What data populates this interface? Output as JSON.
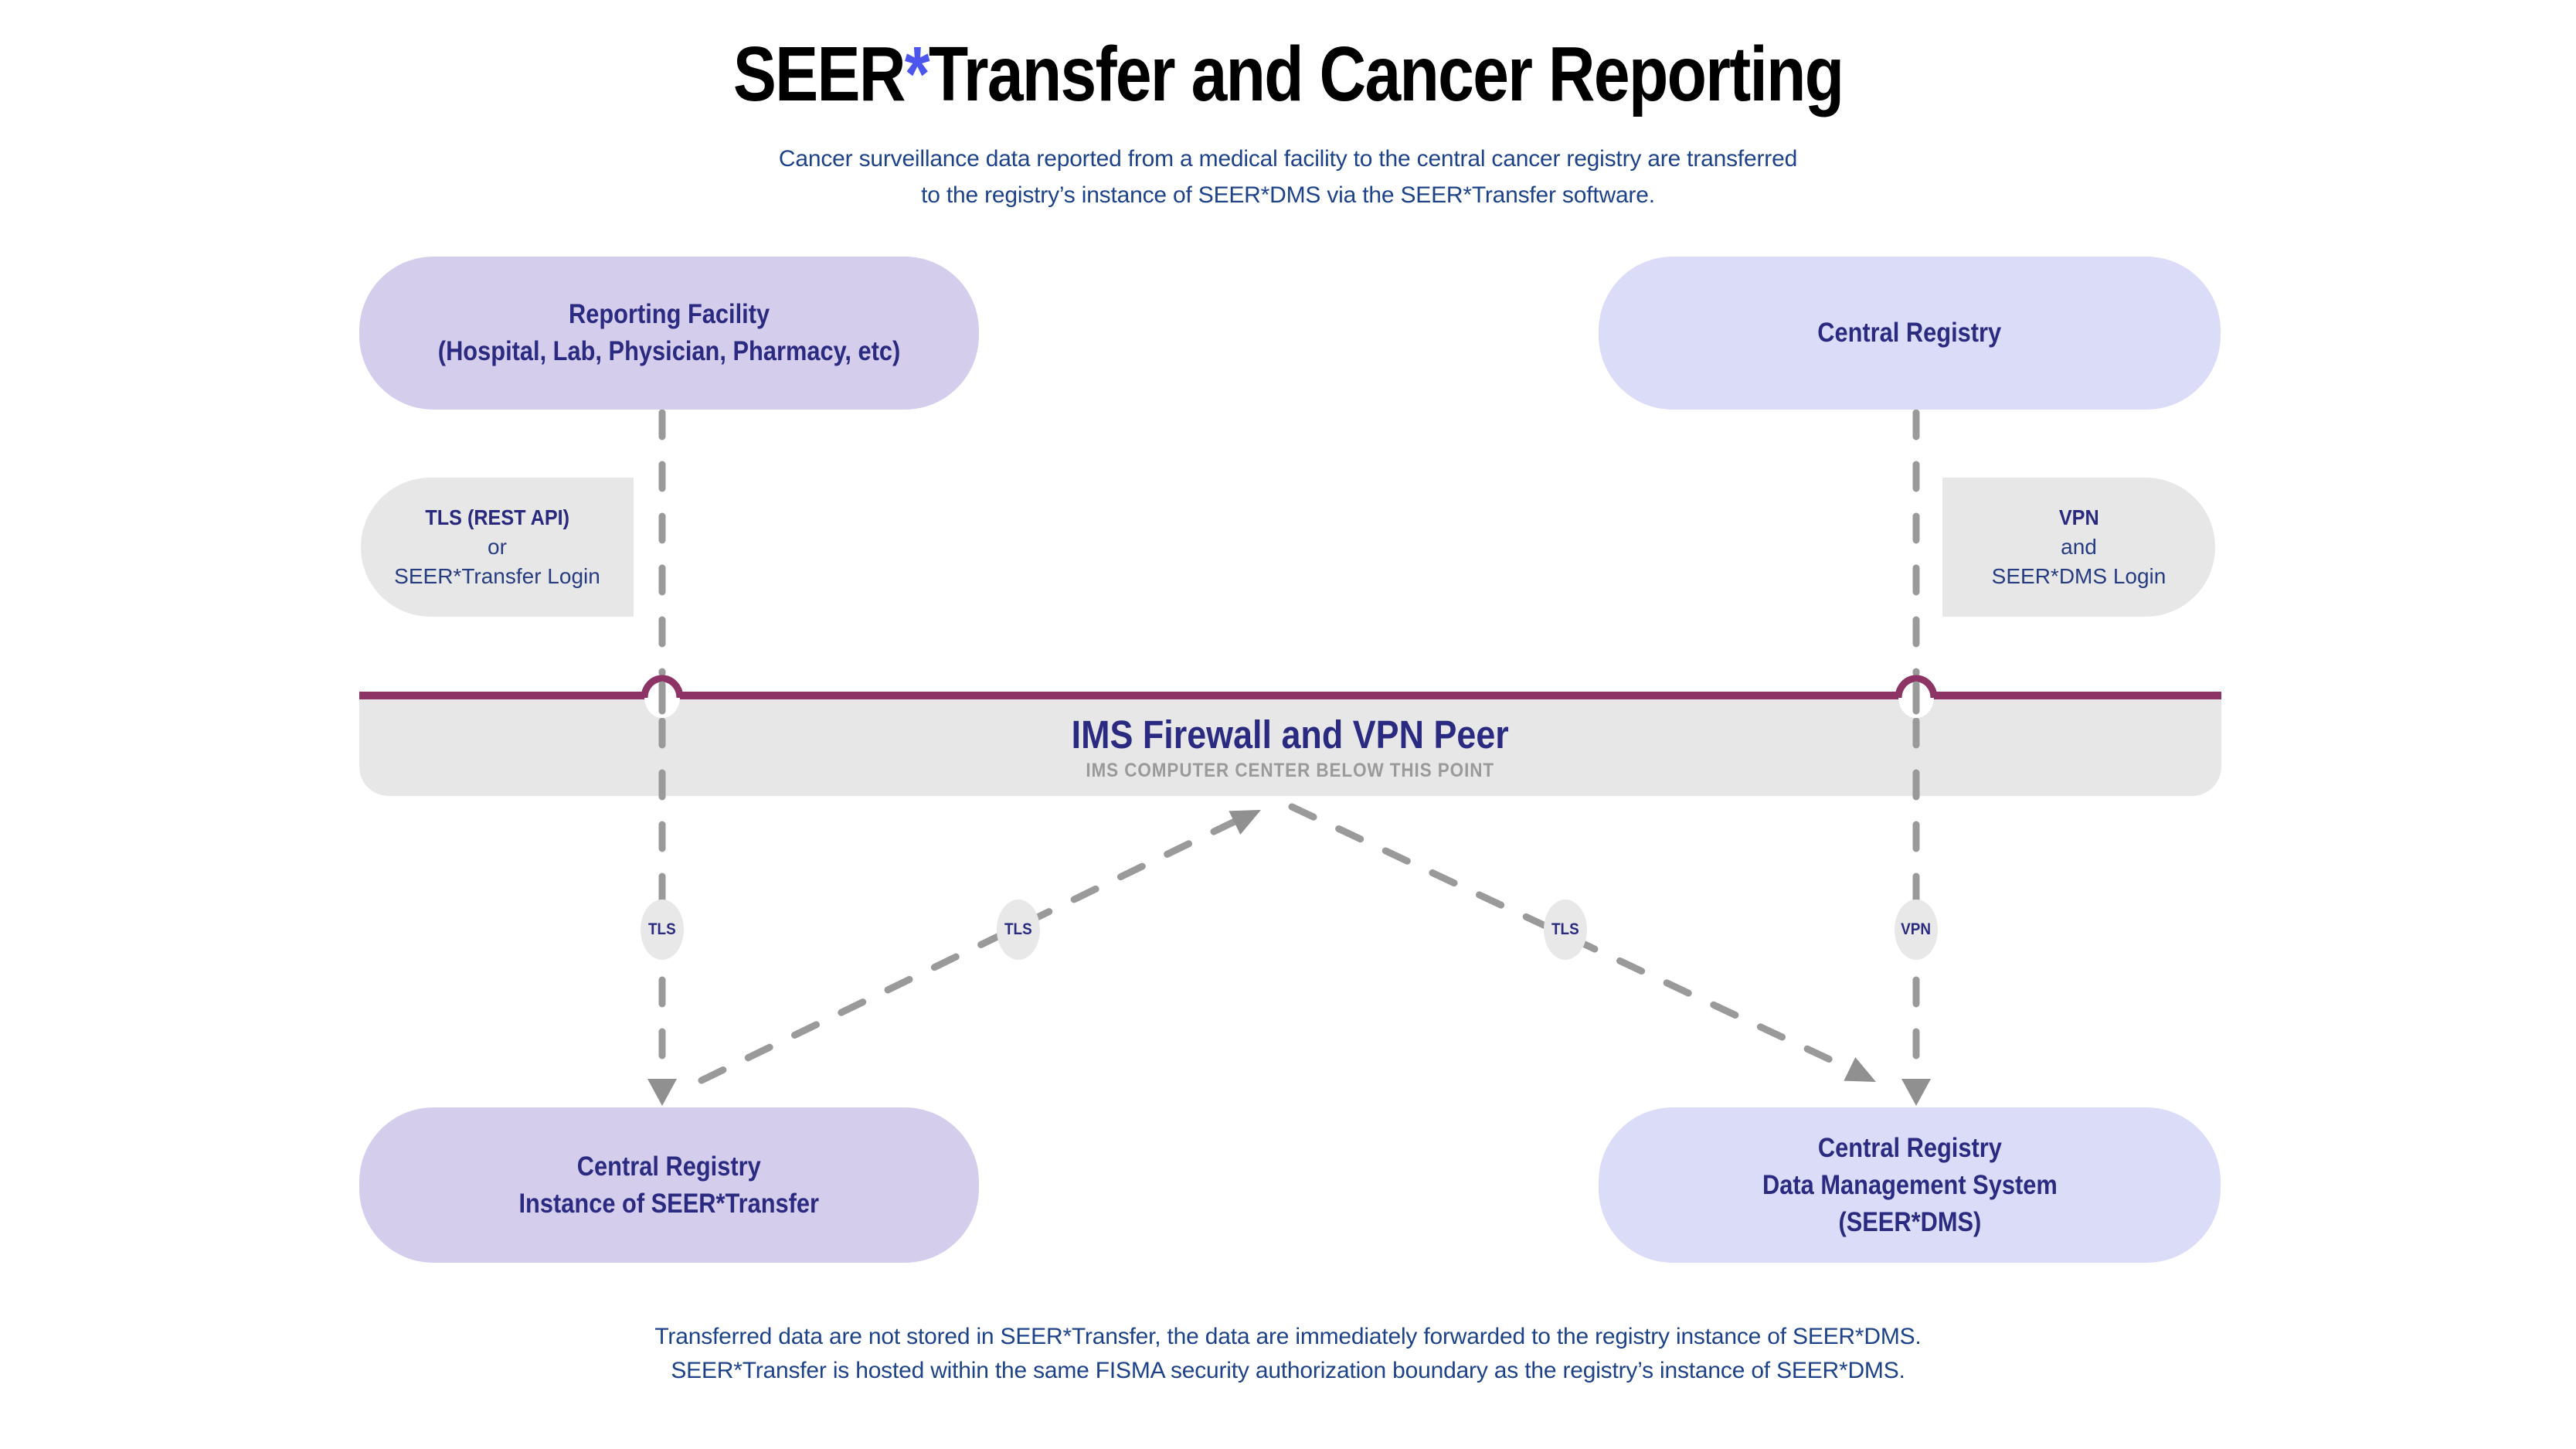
{
  "header": {
    "title_pre": "SEER",
    "title_star": "*",
    "title_post": "Transfer and Cancer Reporting",
    "subtitle_line1": "Cancer surveillance data reported from a medical facility to the central cancer registry are transferred",
    "subtitle_line2": "to the registry’s instance of SEER*DMS via the SEER*Transfer software."
  },
  "diagram": {
    "reporting_facility": {
      "line1": "Reporting Facility",
      "line2": "(Hospital, Lab, Physician, Pharmacy, etc)"
    },
    "central_registry": {
      "line1": "Central Registry"
    },
    "left_auth_tab": {
      "line1": "TLS (REST API)",
      "line2": "or",
      "line3": "SEER*Transfer Login"
    },
    "right_auth_tab": {
      "line1": "VPN",
      "line2": "and",
      "line3": "SEER*DMS Login"
    },
    "firewall_band": {
      "title": "IMS Firewall and VPN Peer",
      "subtitle": "IMS COMPUTER CENTER BELOW THIS POINT"
    },
    "connection_labels": {
      "tls1": "TLS",
      "tls2": "TLS",
      "tls3": "TLS",
      "vpn": "VPN"
    },
    "seer_transfer_box": {
      "line1": "Central Registry",
      "line2": "Instance of SEER*Transfer"
    },
    "seer_dms_box": {
      "line1": "Central Registry",
      "line2": "Data Management System",
      "line3": "(SEER*DMS)"
    }
  },
  "footer": {
    "line1": "Transferred data are not stored in SEER*Transfer, the data are immediately forwarded to the registry instance of SEER*DMS.",
    "line2": "SEER*Transfer is hosted within the same FISMA security authorization boundary as the registry’s instance of SEER*DMS."
  },
  "colors": {
    "title_asterisk": "#4c55ee",
    "heading_navy": "#2a2a80",
    "body_navy": "#1d4289",
    "purple_box": "#d5cdec",
    "periwinkle_box": "#dadcf8",
    "gray_box": "#e7e7e7",
    "firewall_maroon": "#8d3365",
    "connector_gray": "#9a9a9a",
    "band_subtitle_gray": "#9a9a9a"
  }
}
